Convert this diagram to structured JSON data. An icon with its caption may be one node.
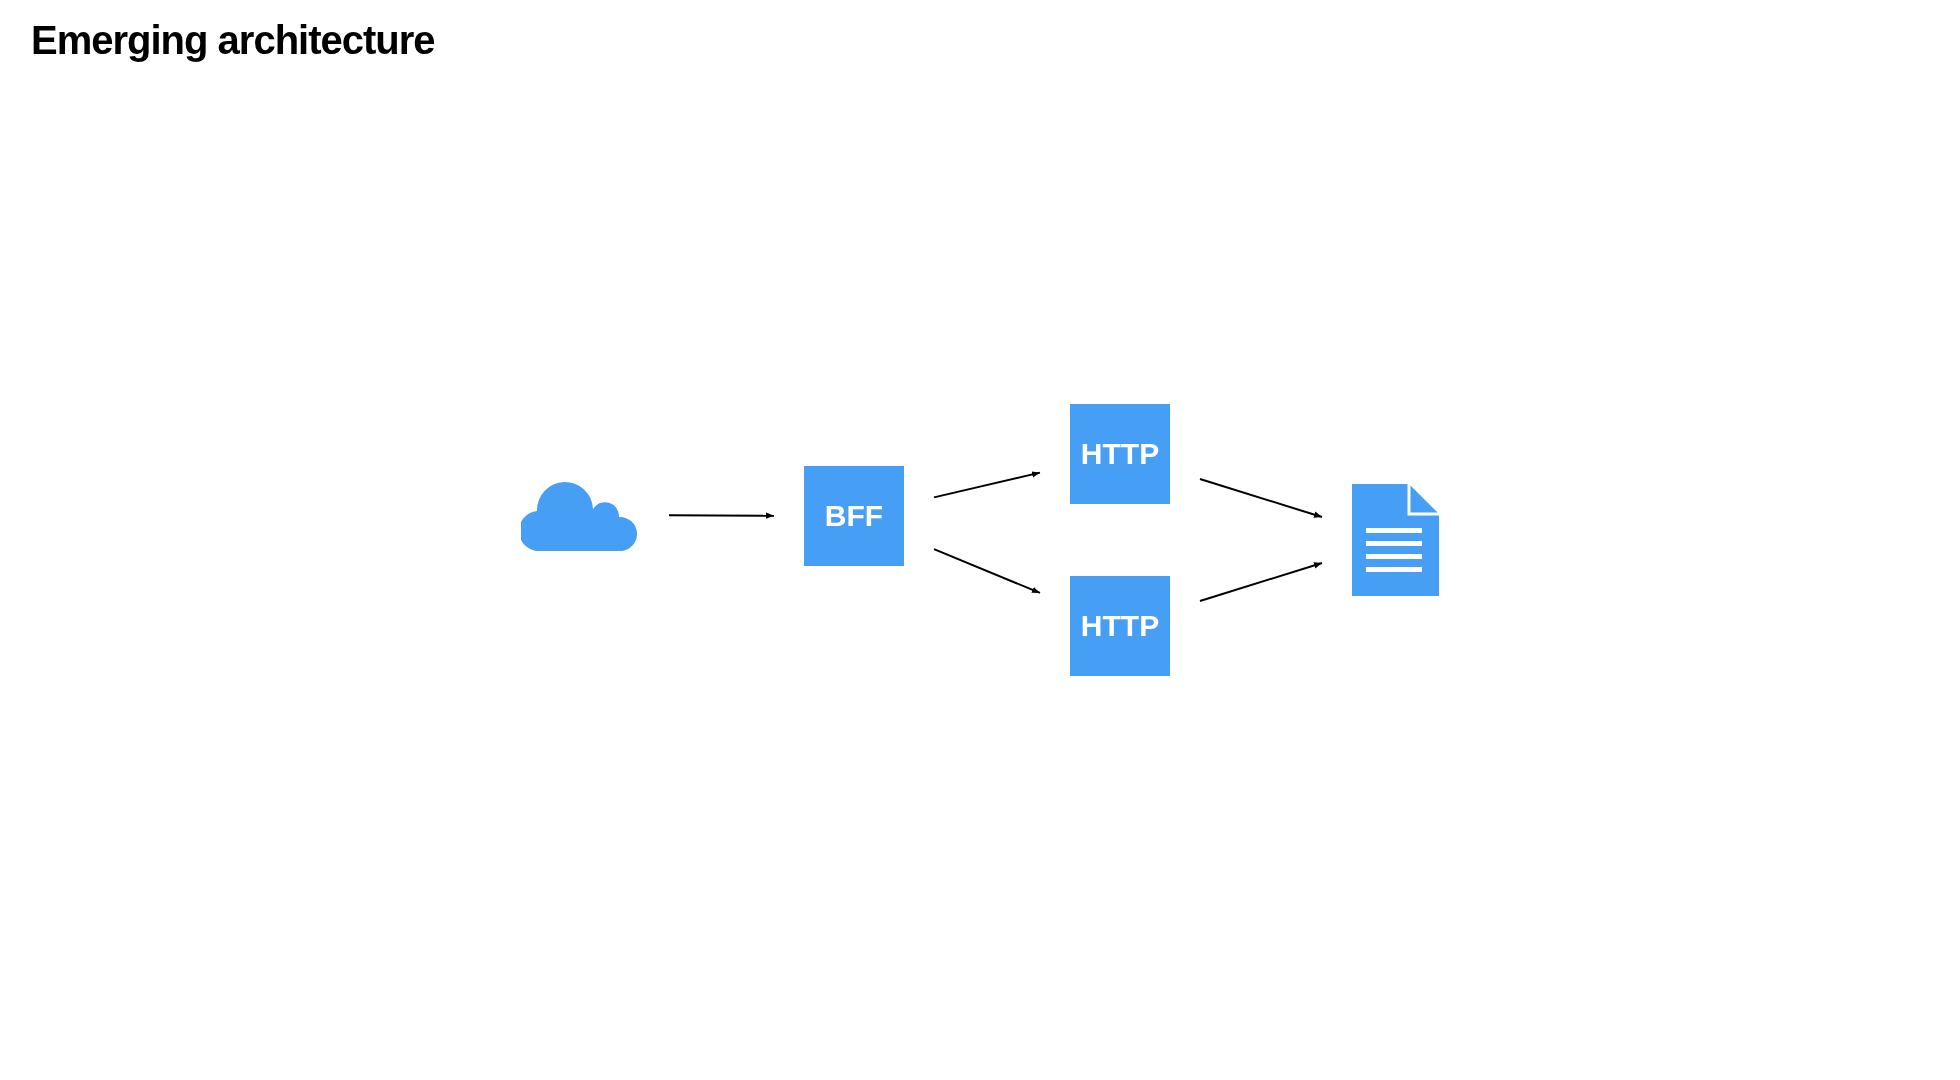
{
  "diagram": {
    "title": "Emerging architecture",
    "nodes": [
      {
        "text": [],
        "shape": "cloud"
      },
      {
        "text": [
          "BFF"
        ]
      },
      {
        "text": [
          "HTTP"
        ]
      },
      {
        "text": [
          "HTTP"
        ]
      },
      {
        "text": [],
        "shape": "document"
      }
    ],
    "edges": [
      {
        "from": 0,
        "to": 1,
        "arrow": "to"
      },
      {
        "from": 1,
        "to": 2,
        "arrow": "to"
      },
      {
        "from": 1,
        "to": 3,
        "arrow": "to"
      },
      {
        "from": 2,
        "to": 4,
        "arrow": "to"
      },
      {
        "from": 3,
        "to": 4,
        "arrow": "to"
      }
    ]
  }
}
